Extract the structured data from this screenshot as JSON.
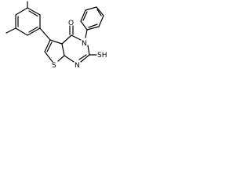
{
  "molecule": {
    "atoms": {
      "oxygen": "O",
      "n3": "N",
      "n1": "N",
      "sulfur_ring": "S",
      "thiol": "SH"
    }
  }
}
